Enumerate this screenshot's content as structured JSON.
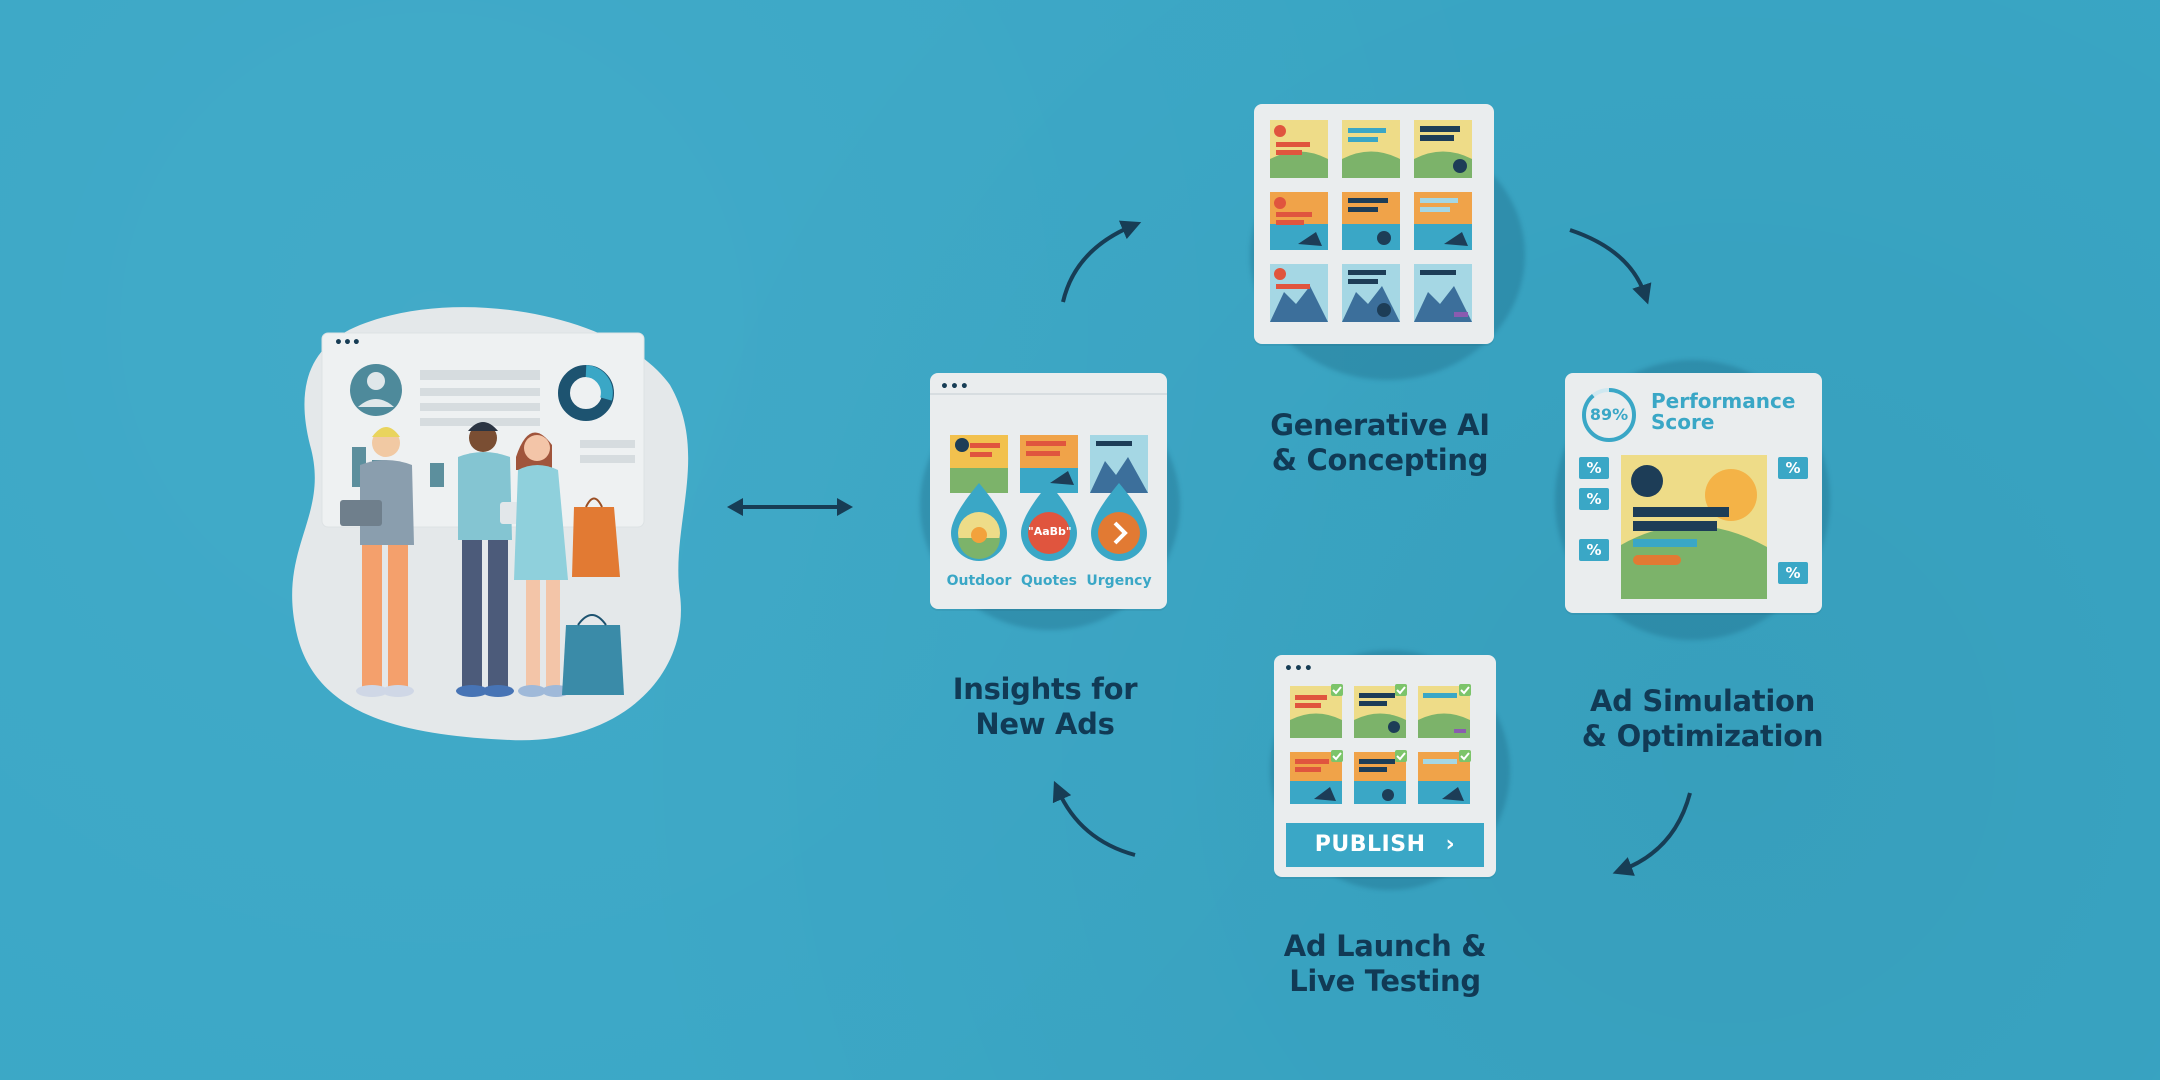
{
  "labels": {
    "insights": [
      "Insights for",
      "New Ads"
    ],
    "generative": [
      "Generative AI",
      "& Concepting"
    ],
    "simulation": [
      "Ad Simulation",
      "& Optimization"
    ],
    "launch": [
      "Ad Launch &",
      "Live Testing"
    ]
  },
  "insights_card": {
    "drops": [
      {
        "label": "Outdoor",
        "icon": "sunset-icon"
      },
      {
        "label": "Quotes",
        "icon": "quote-text",
        "text": "\"AaBb\""
      },
      {
        "label": "Urgency",
        "icon": "chevron-right-icon"
      }
    ]
  },
  "performance": {
    "score": "89%",
    "score_fraction": 0.89,
    "title_line1": "Performance",
    "title_line2": "Score",
    "tag_text": "%"
  },
  "launch_card": {
    "publish_label": "PUBLISH"
  },
  "colors": {
    "background": "#3aa7c6",
    "dark_navy": "#113a55",
    "accent_blue": "#3aa7c6",
    "orange": "#e27a33",
    "card": "#eaedee"
  }
}
